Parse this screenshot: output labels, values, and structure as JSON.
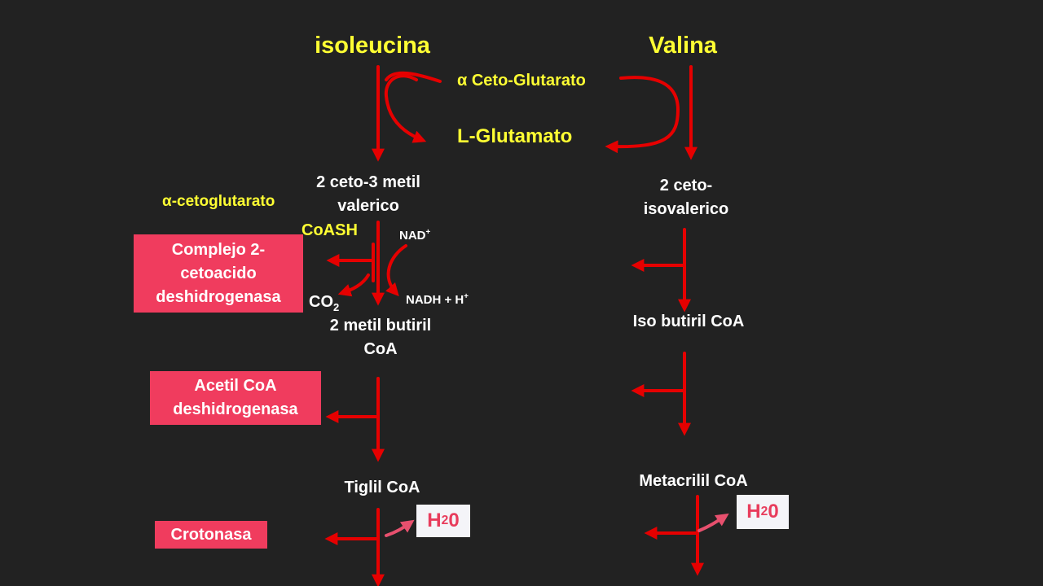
{
  "colors": {
    "background": "#222222",
    "arrow": "#e60000",
    "label_yellow": "#ffff33",
    "label_white": "#ffffff",
    "enzyme_box": "#f03c5e",
    "water_text": "#e83c5c"
  },
  "titles": {
    "left": "isoleucina",
    "right": "Valina"
  },
  "transamination": {
    "alpha_symbol": "α",
    "keto_glutarate": "Ceto-Glutarato",
    "l_glutamate": "L-Glutamato"
  },
  "left_pathway": {
    "keto_acid_line1": "2 ceto-3 metil",
    "keto_acid_line2": "valerico",
    "cofactor_alpha": "α",
    "cofactor_ketoglutarate": "-cetoglutarato",
    "coash": "CoASH",
    "nad": "NAD",
    "nad_charge": "+",
    "nadh": "NADH + H",
    "nadh_charge": "+",
    "co2": "CO",
    "co2_sub": "2",
    "metil_butiril_line1": "2 metil butiril",
    "metil_butiril_line2": "CoA",
    "tiglil": "Tiglil CoA"
  },
  "right_pathway": {
    "keto_acid_line1": "2 ceto-",
    "keto_acid_line2": "isovalerico",
    "iso_butiril": "Iso butiril CoA",
    "metacrilil": "Metacrilil CoA"
  },
  "enzymes": {
    "complejo_line1": "Complejo 2-",
    "complejo_line2": "cetoacido",
    "complejo_line3": "deshidrogenasa",
    "acetil_line1": "Acetil CoA",
    "acetil_line2": "deshidrogenasa",
    "crotonasa": "Crotonasa"
  },
  "water": {
    "h": "H",
    "sub": "2",
    "zero": "0"
  }
}
